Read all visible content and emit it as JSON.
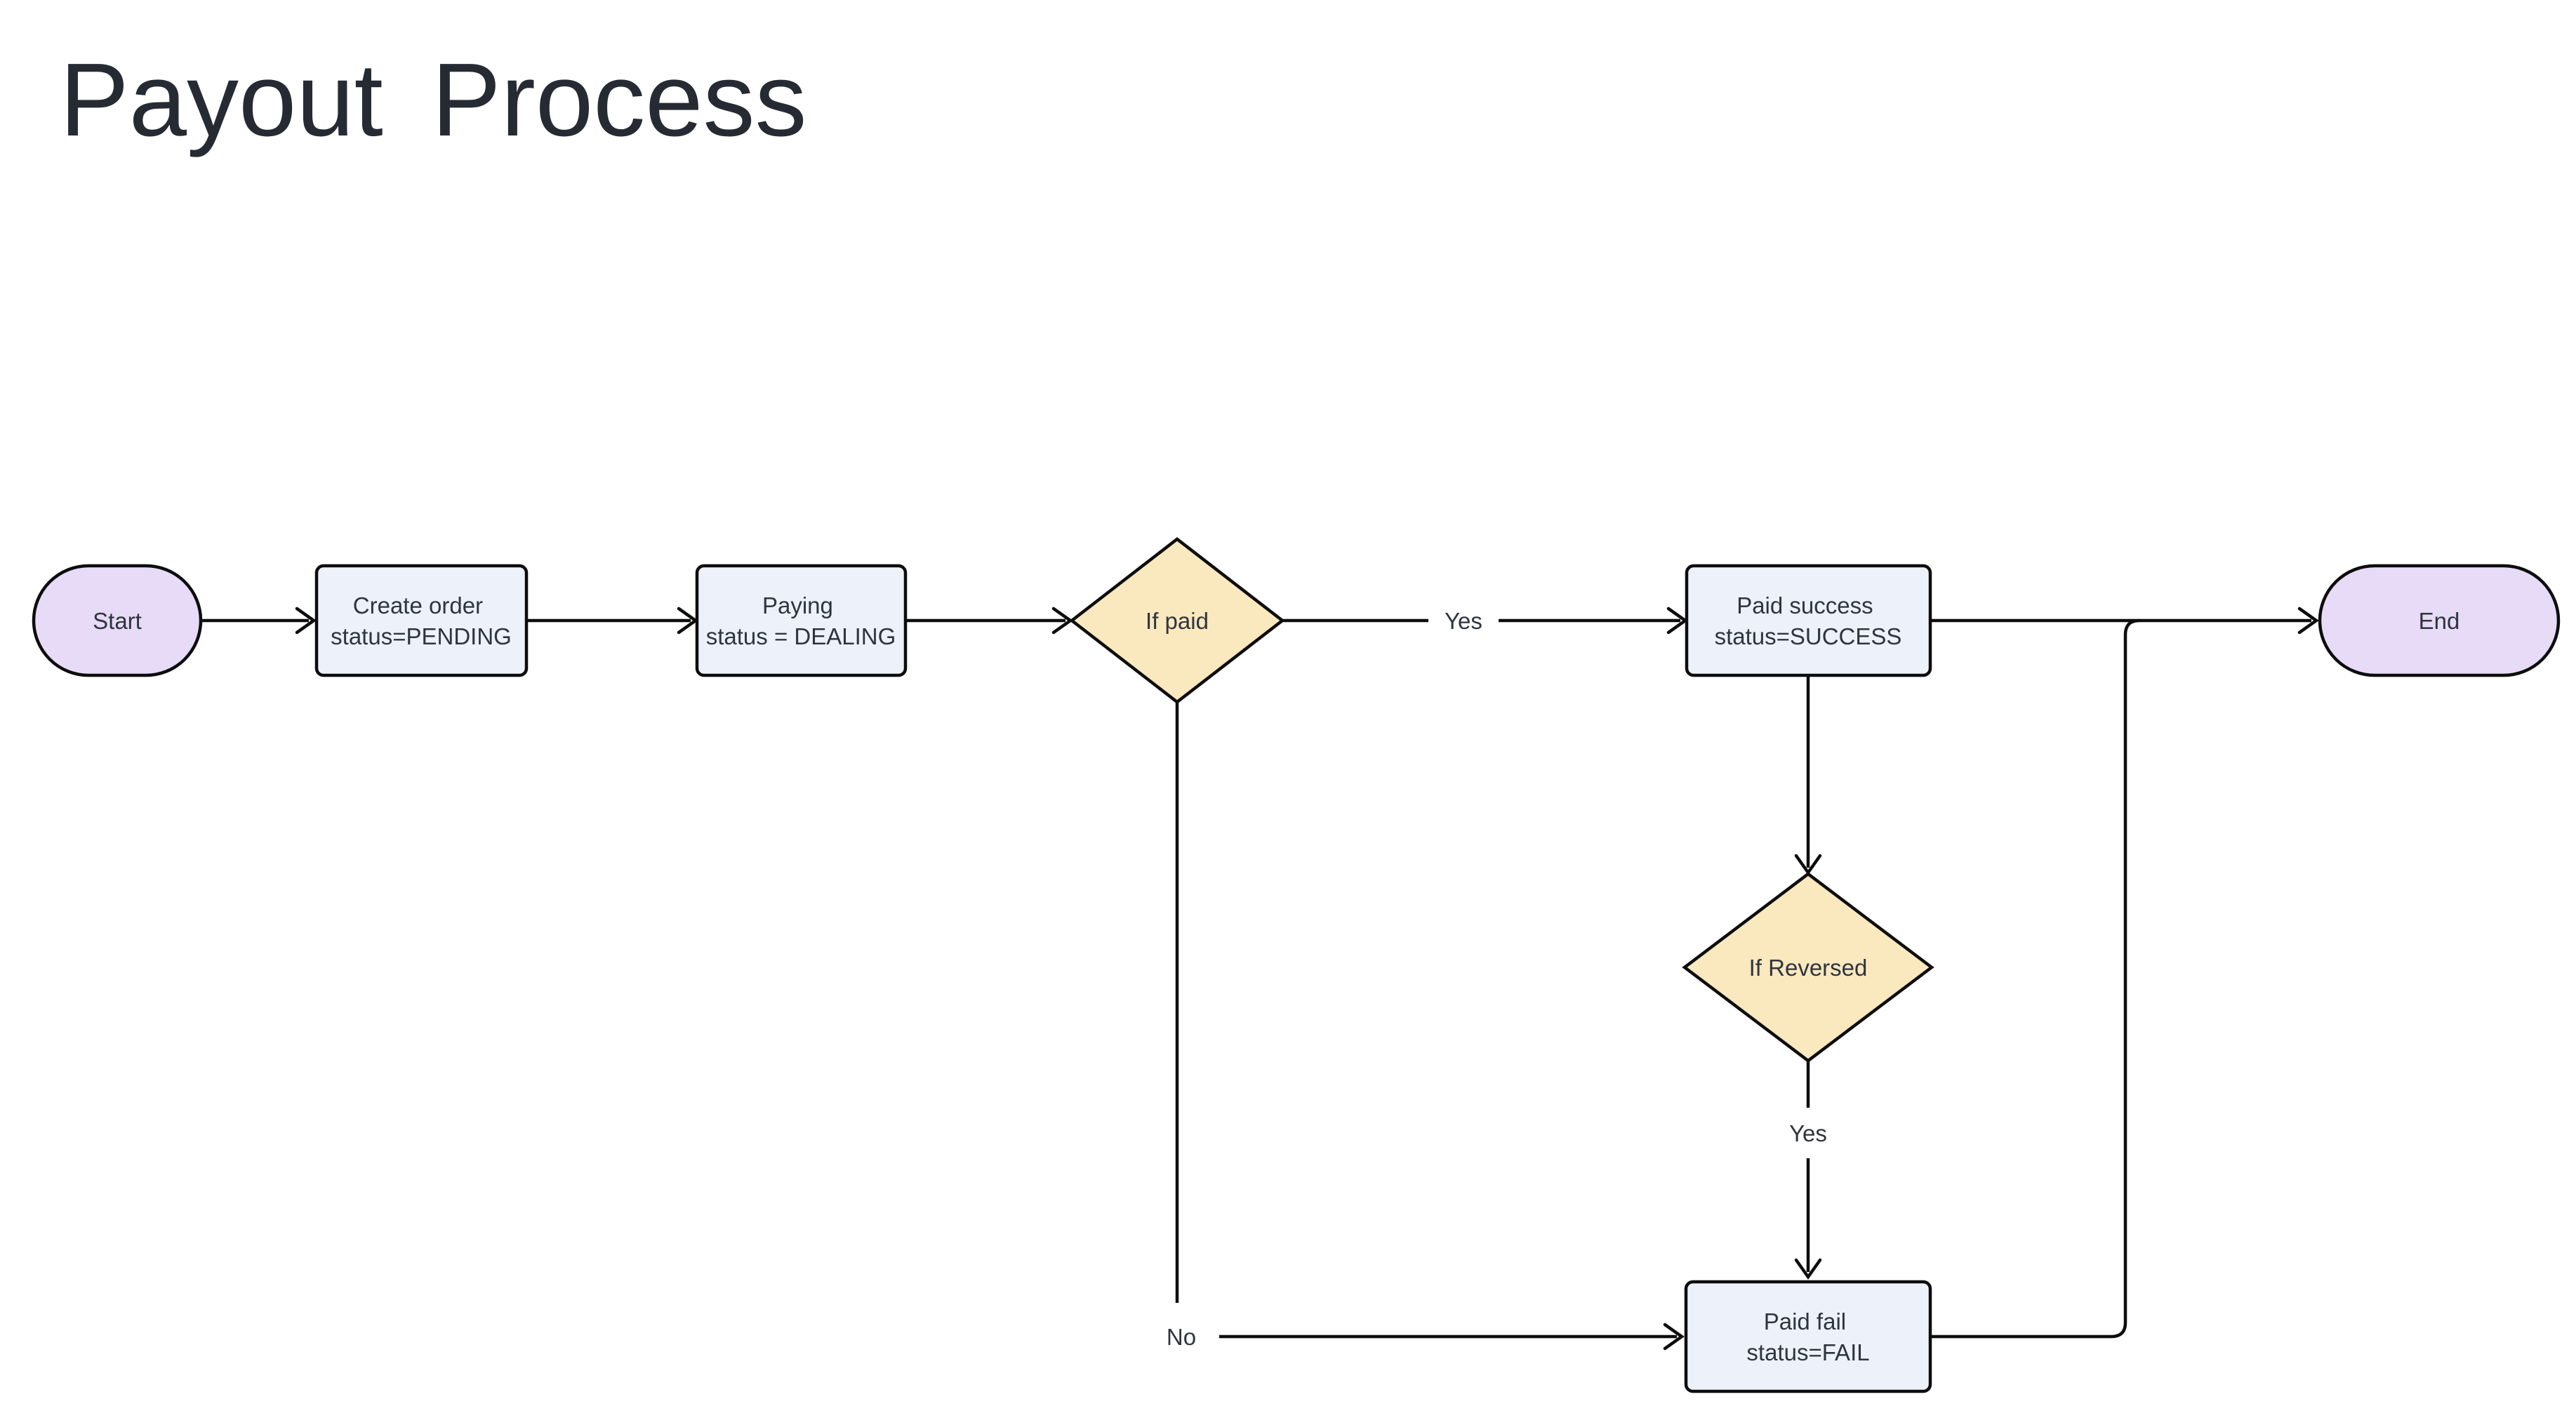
{
  "title": "Payout Process",
  "colors": {
    "background": "#ffffff",
    "line": "#0d0d0d",
    "node_border": "#0d0d0d",
    "node_text": "#2f353e",
    "title_text": "#262b33",
    "terminal_fill": "#e7dbf7",
    "process_fill": "#edf2fa",
    "decision_fill": "#fae8be"
  },
  "nodes": {
    "start": {
      "type": "terminal",
      "label": "Start"
    },
    "create_order": {
      "type": "process",
      "line1": "Create order",
      "line2": "status=PENDING"
    },
    "paying": {
      "type": "process",
      "line1": "Paying",
      "line2": "status = DEALING"
    },
    "if_paid": {
      "type": "decision",
      "label": "If paid"
    },
    "paid_success": {
      "type": "process",
      "line1": "Paid success",
      "line2": "status=SUCCESS"
    },
    "if_reversed": {
      "type": "decision",
      "label": "If Reversed"
    },
    "paid_fail": {
      "type": "process",
      "line1": "Paid fail",
      "line2": "status=FAIL"
    },
    "end": {
      "type": "terminal",
      "label": "End"
    }
  },
  "edges": [
    {
      "from": "start",
      "to": "create_order",
      "label": ""
    },
    {
      "from": "create_order",
      "to": "paying",
      "label": ""
    },
    {
      "from": "paying",
      "to": "if_paid",
      "label": ""
    },
    {
      "from": "if_paid",
      "to": "paid_success",
      "label": "Yes"
    },
    {
      "from": "paid_success",
      "to": "end",
      "label": ""
    },
    {
      "from": "paid_success",
      "to": "if_reversed",
      "label": ""
    },
    {
      "from": "if_reversed",
      "to": "paid_fail",
      "label": "Yes"
    },
    {
      "from": "if_paid",
      "to": "paid_fail",
      "label": "No"
    },
    {
      "from": "paid_fail",
      "to": "end",
      "label": ""
    }
  ]
}
